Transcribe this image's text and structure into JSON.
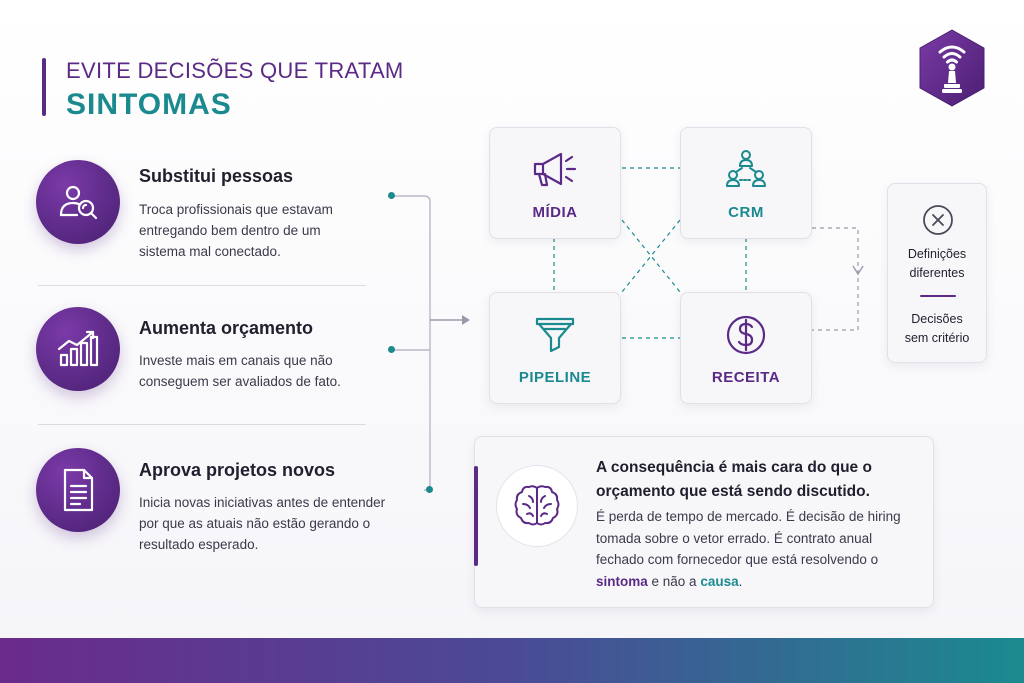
{
  "header": {
    "line1": "EVITE DECISÕES QUE TRATAM",
    "line2": "SINTOMAS"
  },
  "logo": {
    "icon": "signal-chess-pawn-icon"
  },
  "items": [
    {
      "icon": "person-search-icon",
      "title": "Substitui pessoas",
      "desc": "Troca profissionais que estavam entregando bem dentro de um sistema mal conectado."
    },
    {
      "icon": "growth-chart-icon",
      "title": "Aumenta orçamento",
      "desc": "Investe mais em canais que não conseguem ser avaliados de fato."
    },
    {
      "icon": "document-icon",
      "title": "Aprova projetos novos",
      "desc": "Inicia novas iniciativas antes de entender por que as atuais não estão gerando o resultado esperado."
    }
  ],
  "grid": {
    "midia": {
      "label": "MÍDIA",
      "icon": "megaphone-icon"
    },
    "crm": {
      "label": "CRM",
      "icon": "network-people-icon"
    },
    "pipeline": {
      "label": "PIPELINE",
      "icon": "funnel-icon"
    },
    "receita": {
      "label": "RECEITA",
      "icon": "dollar-circle-icon"
    }
  },
  "side": {
    "icon": "x-circle-icon",
    "text1a": "Definições",
    "text1b": "diferentes",
    "text2a": "Decisões",
    "text2b": "sem critério"
  },
  "consequence": {
    "icon": "brain-icon",
    "title": "A consequência é mais cara do que o orçamento que está sendo discutido.",
    "body_start": "É perda de tempo de mercado. É decisão de hiring tomada sobre o vetor errado. É contrato anual fechado com fornecedor que está resolvendo o ",
    "hl1": "sintoma",
    "body_mid": " e não a ",
    "hl2": "causa",
    "body_end": "."
  },
  "colors": {
    "purple": "#5b2a86",
    "teal": "#1b8a8f"
  }
}
